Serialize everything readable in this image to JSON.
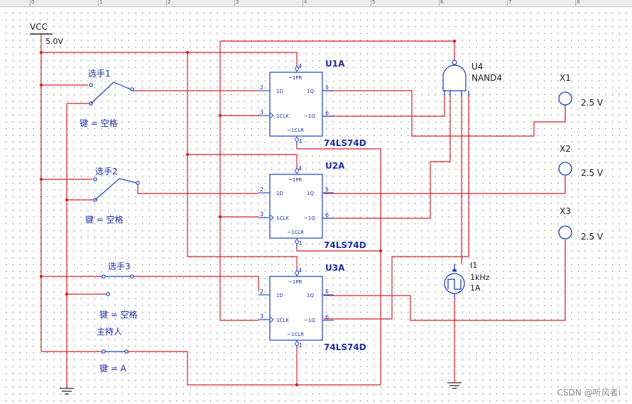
{
  "ruler": {
    "ticks": [
      "0",
      "1",
      "2",
      "3",
      "4",
      "5",
      "6",
      "7",
      "8"
    ]
  },
  "power": {
    "name": "VCC",
    "voltage": "5.0V"
  },
  "switches": [
    {
      "name": "选手1",
      "key": "键 = 空格"
    },
    {
      "name": "选手2",
      "key": "键 = 空格"
    },
    {
      "name": "选手3",
      "key": "键 = 空格"
    },
    {
      "name": "主持人",
      "key": "键 = A"
    }
  ],
  "flipflops": [
    {
      "ref": "U1A",
      "part": "74LS74D"
    },
    {
      "ref": "U2A",
      "part": "74LS74D"
    },
    {
      "ref": "U3A",
      "part": "74LS74D"
    }
  ],
  "ff_pins": {
    "pr": "~1PR",
    "d": "1D",
    "clk": "1CLK",
    "q": "1Q",
    "qn": "~1Q",
    "clr": "~1CLR",
    "pin_pr": "4",
    "pin_d": "2",
    "pin_clk": "3",
    "pin_q": "5",
    "pin_qn": "6",
    "pin_clr": "1"
  },
  "nand": {
    "ref": "U4",
    "part": "NAND4"
  },
  "lamps": [
    {
      "ref": "X1",
      "rating": "2.5 V"
    },
    {
      "ref": "X2",
      "rating": "2.5 V"
    },
    {
      "ref": "X3",
      "rating": "2.5 V"
    }
  ],
  "clock_source": {
    "ref": "I1",
    "freq": "1kHz",
    "amp": "1A"
  },
  "watermark": "CSDN @听风者i",
  "colors": {
    "wire": "#d2232a",
    "component": "#1f3fbf",
    "label": "#1f2fa8",
    "ground": "#2a2a2a"
  }
}
